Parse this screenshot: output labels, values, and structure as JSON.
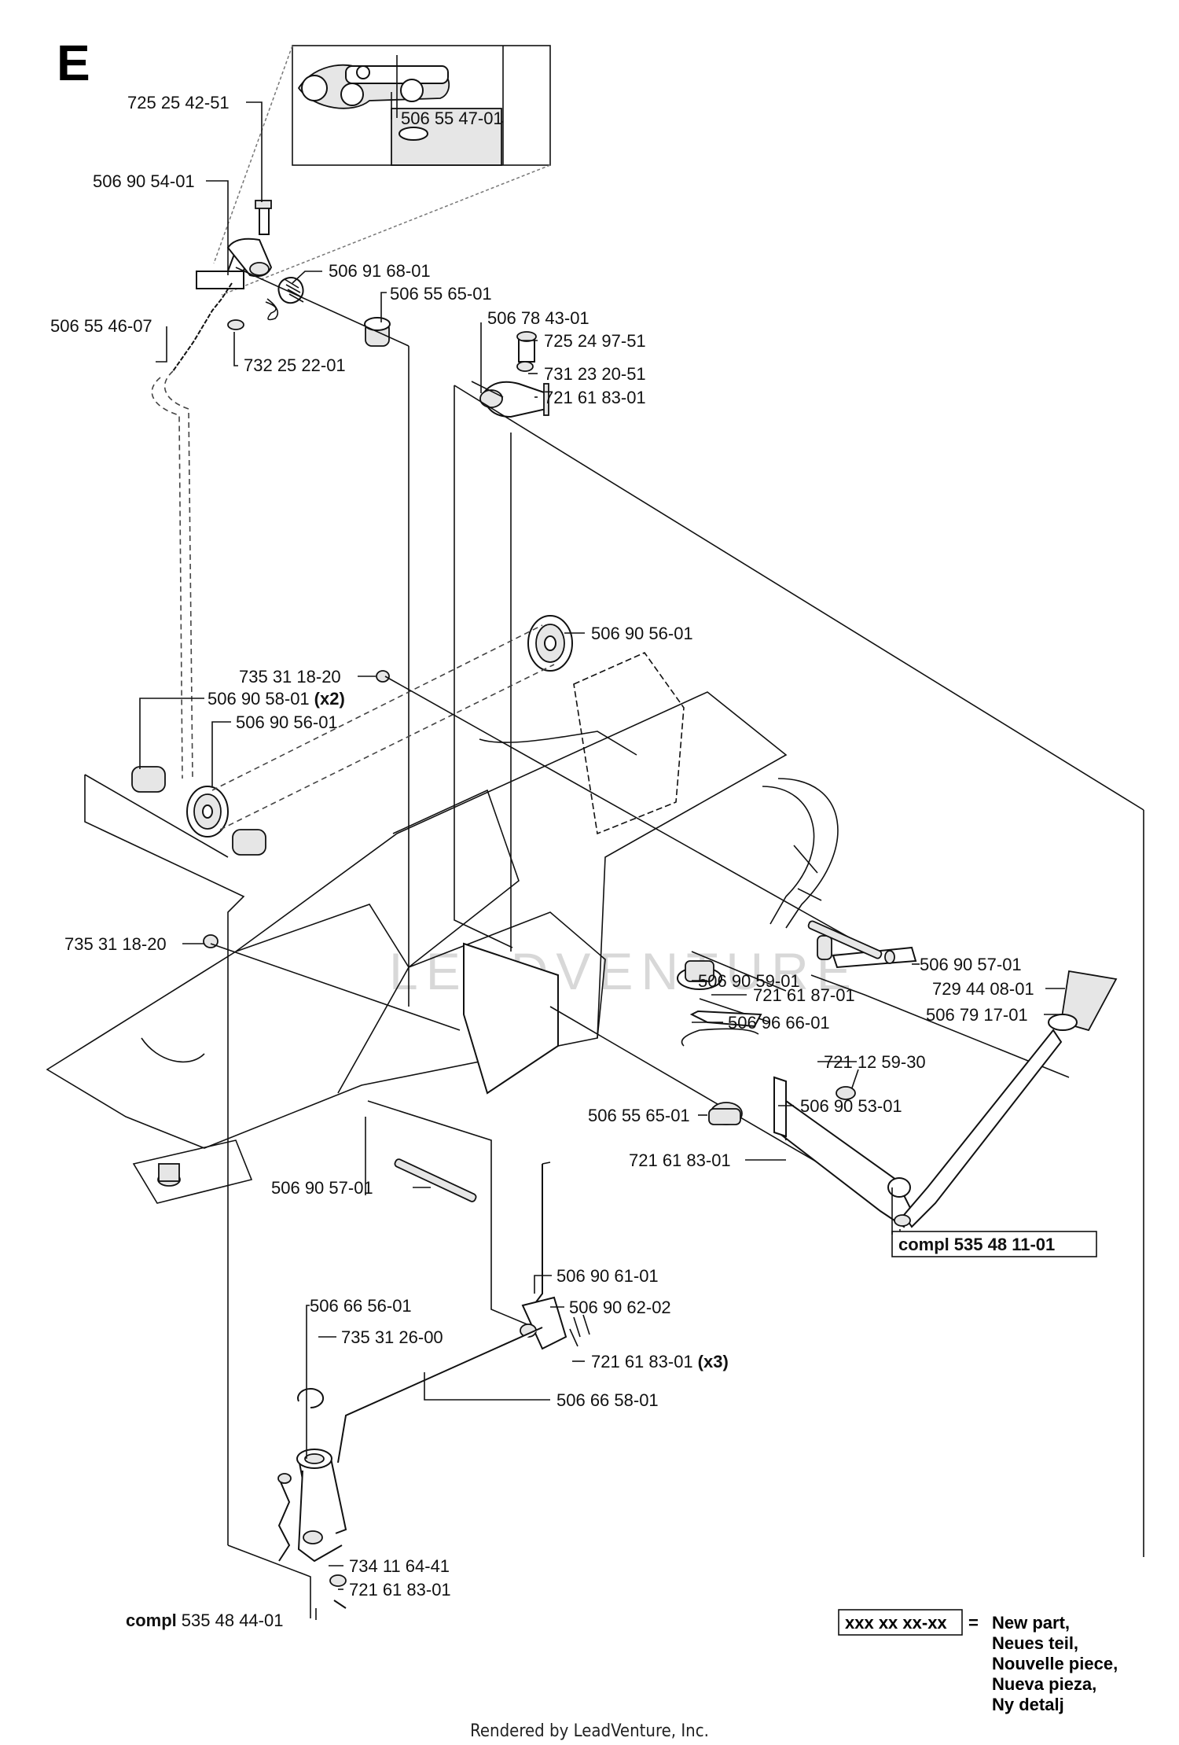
{
  "section_letter": "E",
  "watermark": "LEADVENTURE",
  "part_numbers": {
    "p725_25_42_51": "725 25 42-51",
    "p506_55_47_01": "506 55 47-01",
    "p506_90_54_01": "506 90 54-01",
    "p506_91_68_01": "506 91 68-01",
    "p506_55_65_01_top": "506 55 65-01",
    "p506_55_46_07": "506 55 46-07",
    "p732_25_22_01": "732 25 22-01",
    "p506_78_43_01": "506 78 43-01",
    "p725_24_97_51": "725 24 97-51",
    "p731_23_20_51": "731 23 20-51",
    "p721_61_83_01_top": "721 61 83-01",
    "p506_90_56_01_right": "506 90 56-01",
    "p735_31_18_20_top": "735 31 18-20",
    "p506_90_58_01": "506 90 58-01",
    "p506_90_58_01_qty": "(x2)",
    "p506_90_56_01_left": "506 90 56-01",
    "p735_31_18_20_left": "735 31 18-20",
    "p506_90_57_01_right": "506 90 57-01",
    "p506_90_59_01": "506 90 59-01",
    "p721_61_87_01": "721 61 87-01",
    "p729_44_08_01": "729 44 08-01",
    "p506_96_66_01": "506 96 66-01",
    "p506_79_17_01": "506 79 17-01",
    "p721_12_59_30": "721 12 59-30",
    "p506_55_65_01_mid": "506 55 65-01",
    "p506_90_53_01": "506 90 53-01",
    "p721_61_83_01_mid": "721 61 83-01",
    "compl_prefix_1": "compl",
    "compl_535_48_11_01": "535 48 11-01",
    "p506_90_57_01_left": "506 90 57-01",
    "p506_90_61_01": "506 90 61-01",
    "p506_66_56_01": "506 66 56-01",
    "p506_90_62_02": "506 90 62-02",
    "p735_31_26_00": "735 31 26-00",
    "p721_61_83_01_x3": "721 61 83-01",
    "p721_61_83_01_x3_qty": "(x3)",
    "p506_66_58_01": "506 66 58-01",
    "p734_11_64_41": "734 11 64-41",
    "p721_61_83_01_bottom": "721 61 83-01",
    "compl_prefix_2": "compl",
    "compl_535_48_44_01": "535 48 44-01"
  },
  "legend": {
    "box_text": "xxx xx xx-xx",
    "equals": "=",
    "lines": [
      "New part,",
      "Neues teil,",
      "Nouvelle piece,",
      "Nueva pieza,",
      "Ny detalj"
    ]
  },
  "footer": "Rendered by LeadVenture, Inc."
}
